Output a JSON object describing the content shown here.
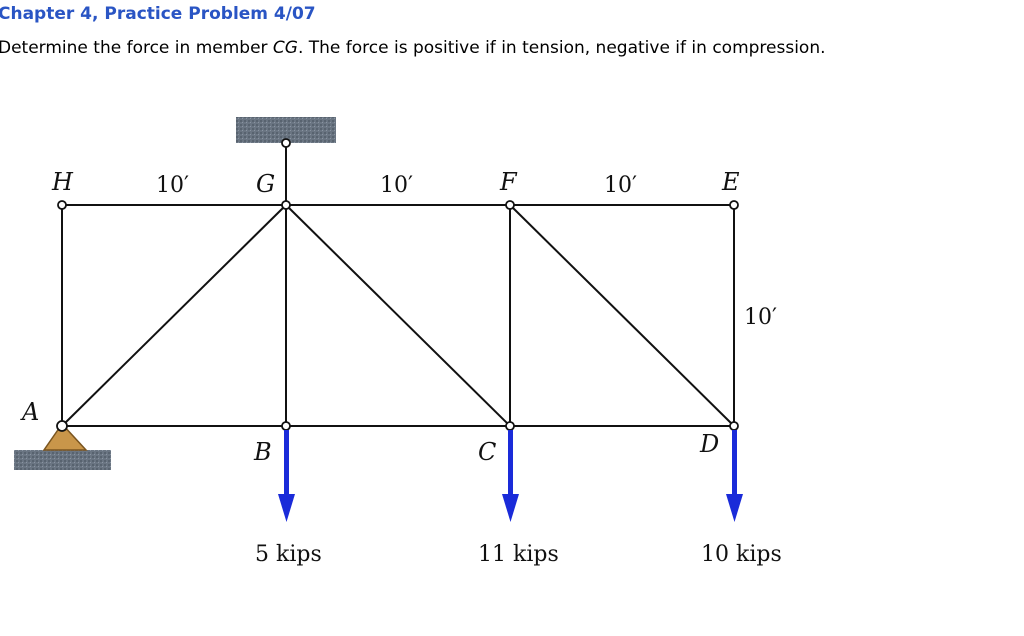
{
  "problem": {
    "title": "Chapter 4, Practice Problem 4/07",
    "question_before": "Determine the force in member ",
    "question_member": "CG",
    "question_after": ". The force is positive if in tension, negative if in compression."
  },
  "figure": {
    "joints": {
      "A": "A",
      "B": "B",
      "C": "C",
      "D": "D",
      "E": "E",
      "F": "F",
      "G": "G",
      "H": "H"
    },
    "dimensions": {
      "span_HG": "10′",
      "span_GF": "10′",
      "span_FE": "10′",
      "height_ED": "10′"
    },
    "loads": {
      "B": "5 kips",
      "C": "11 kips",
      "D": "10 kips"
    },
    "colors": {
      "load_arrow": "#1a2bd9",
      "support_fill": "#c9964a",
      "ground": "#5f6b78",
      "member": "#111111",
      "title": "#2a55c4"
    }
  }
}
